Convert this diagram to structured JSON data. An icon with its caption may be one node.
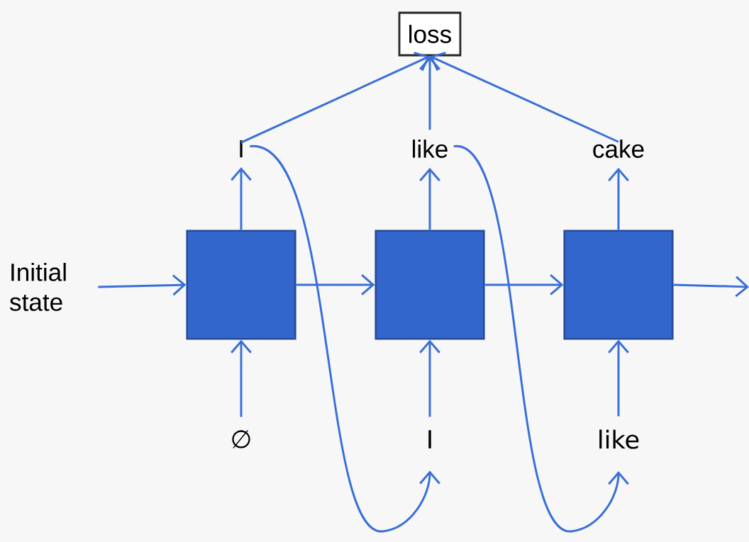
{
  "diagram": {
    "nodes": [
      {
        "text": [
          "loss"
        ]
      },
      {
        "text": [
          "I"
        ]
      },
      {
        "text": [
          "like"
        ]
      },
      {
        "text": [
          "cake"
        ]
      },
      {
        "text": [
          "Initial state"
        ]
      },
      {
        "text": [],
        "shape": "box"
      },
      {
        "text": [],
        "shape": "box"
      },
      {
        "text": [],
        "shape": "box"
      },
      {
        "text": [
          "∅"
        ]
      },
      {
        "text": [
          "I"
        ]
      },
      {
        "text": [
          "like"
        ]
      }
    ],
    "edges": [
      {
        "from": 1,
        "to": 0,
        "arrow": "to"
      },
      {
        "from": 2,
        "to": 0,
        "arrow": "to"
      },
      {
        "from": 3,
        "to": 0,
        "arrow": "to"
      },
      {
        "from": 5,
        "to": 1,
        "arrow": "to"
      },
      {
        "from": 6,
        "to": 2,
        "arrow": "to"
      },
      {
        "from": 7,
        "to": 3,
        "arrow": "to"
      },
      {
        "from": 4,
        "to": 5,
        "arrow": "to"
      },
      {
        "from": 5,
        "to": 6,
        "arrow": "to"
      },
      {
        "from": 6,
        "to": 7,
        "arrow": "to"
      },
      {
        "from": 7,
        "to": null,
        "arrow": "to"
      },
      {
        "from": 8,
        "to": 5,
        "arrow": "to"
      },
      {
        "from": 9,
        "to": 6,
        "arrow": "to"
      },
      {
        "from": 10,
        "to": 7,
        "arrow": "to"
      },
      {
        "from": 1,
        "to": 9,
        "arrow": "to"
      },
      {
        "from": 2,
        "to": 10,
        "arrow": "to"
      }
    ]
  }
}
